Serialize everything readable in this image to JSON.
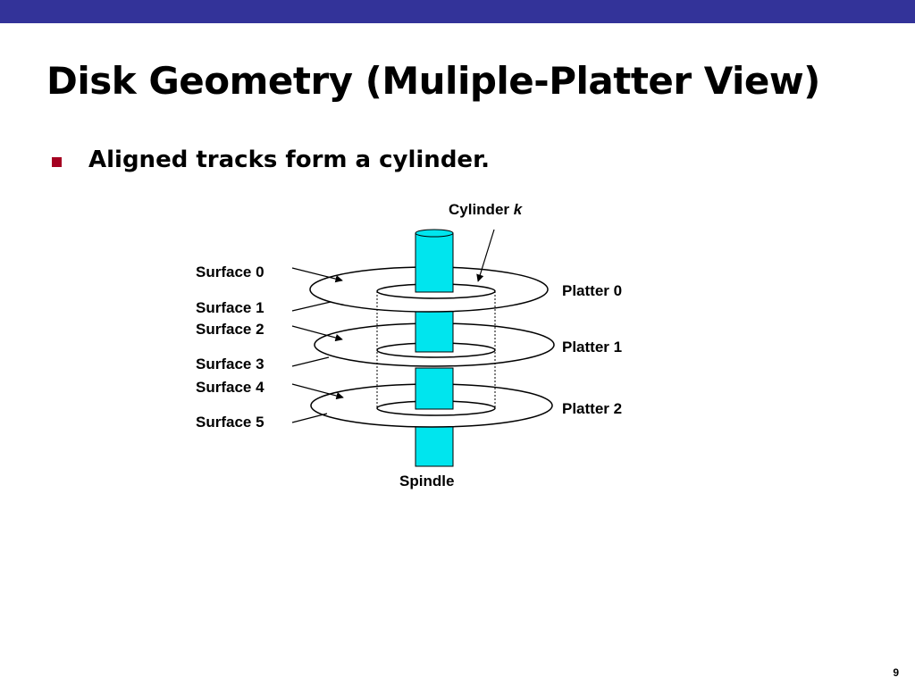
{
  "slide": {
    "title": "Disk Geometry (Muliple-Platter View)",
    "bullet": "Aligned tracks form a cylinder.",
    "page_number": "9"
  },
  "diagram": {
    "cylinder_label": "Cylinder",
    "cylinder_var": "k",
    "surfaces": [
      "Surface 0",
      "Surface 1",
      "Surface 2",
      "Surface 3",
      "Surface 4",
      "Surface 5"
    ],
    "platters": [
      "Platter 0",
      "Platter 1",
      "Platter 2"
    ],
    "spindle_label": "Spindle",
    "colors": {
      "spindle_fill": "#00e5ee",
      "bar": "#333399",
      "bullet": "#a50021"
    }
  }
}
